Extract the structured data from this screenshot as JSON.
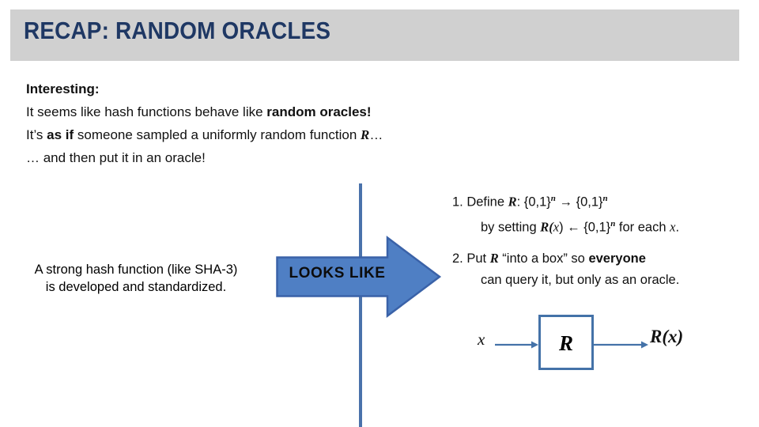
{
  "slide": {
    "title": "RECAP: RANDOM ORACLES",
    "banner_color": "#d0d0d0",
    "title_color": "#1F3864",
    "accent_blue": "#4a72ab",
    "arrow_fill": "#4f7fc4",
    "arrow_stroke": "#3a62a8"
  },
  "intro": {
    "heading": "Interesting:",
    "line1_pre": "It seems like hash functions behave like ",
    "line1_bold": "random oracles!",
    "line2_pre": "It’s ",
    "line2_bold": "as if",
    "line2_mid": " someone sampled a uniformly random function ",
    "line2_var": "R",
    "line2_post": "…",
    "line3": "… and then put it in an oracle!"
  },
  "left_caption": {
    "line1": "A strong hash function (like SHA-3)",
    "line2": "is developed and standardized."
  },
  "transition": {
    "arrow_label": "LOOKS LIKE"
  },
  "steps": {
    "step1_line1_num": "1. Define ",
    "step1_line1_var": "R",
    "step1_line1_rest": ": {0,1}",
    "step1_line1_sup1": "n",
    "step1_line1_arrow": " → {0,1}",
    "step1_line1_sup2": "n",
    "step1_line2_pre": "by setting ",
    "step1_line2_var": "R",
    "step1_line2_open": "(",
    "step1_line2_x": "x",
    "step1_line2_close": ") ← {0,1}",
    "step1_line2_sup": "n",
    "step1_line2_rest": " for each ",
    "step1_line2_x2": "x",
    "step1_line2_end": ".",
    "step2_line1_pre": "2. Put ",
    "step2_line1_var": "R",
    "step2_line1_mid": " “into a box” so ",
    "step2_line1_bold": "everyone",
    "step2_line2": "can query it, but only as an oracle."
  },
  "oracle_diagram": {
    "input_label": "x",
    "box_label": "R",
    "output_label_r": "R",
    "output_label_paren_open": "(",
    "output_label_x": "x",
    "output_label_paren_close": ")"
  }
}
